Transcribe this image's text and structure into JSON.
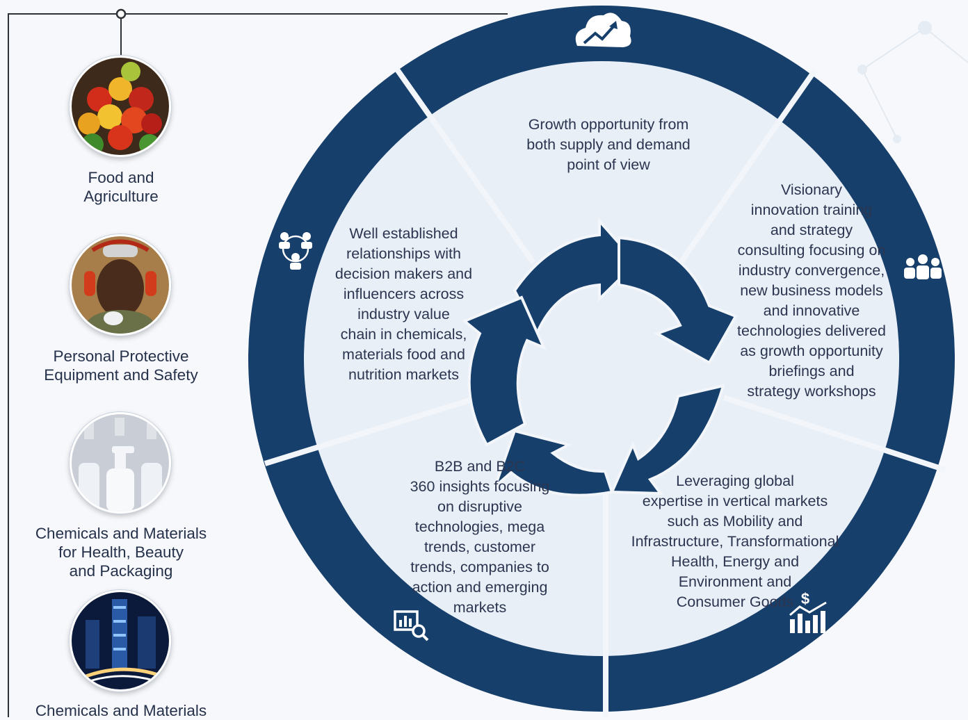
{
  "colors": {
    "navy": "#173f6b",
    "ring_light": "#e9eff6",
    "background": "#f6f8fb"
  },
  "industries": [
    {
      "label": "Food and\nAgriculture",
      "photo": "fruit-photo"
    },
    {
      "label": "Personal Protective\nEquipment and Safety",
      "photo": "worker-photo"
    },
    {
      "label": "Chemicals and Materials\nfor Health, Beauty\nand Packaging",
      "photo": "bottles-photo"
    },
    {
      "label": "Chemicals and Materials",
      "photo": "city-photo"
    }
  ],
  "segments": [
    {
      "icon": "cloud-growth-icon",
      "text": "Growth opportunity from\nboth supply and demand\npoint of view"
    },
    {
      "icon": "team-icon",
      "text": "Visionary\ninnovation training\nand strategy\nconsulting focusing on\nindustry convergence,\nnew business models\nand innovative\ntechnologies delivered\nas growth opportunity\nbriefings and\nstrategy workshops"
    },
    {
      "icon": "dollar-chart-icon",
      "text": "Leveraging global\nexpertise in vertical markets\nsuch as Mobility and\nInfrastructure, Transformational\nHealth, Energy and\nEnvironment and\nConsumer Goods"
    },
    {
      "icon": "analytics-search-icon",
      "text": "B2B and B2C\n360 insights focusing\non disruptive\ntechnologies, mega\ntrends, customer\ntrends, companies to\naction and emerging\nmarkets"
    },
    {
      "icon": "network-people-icon",
      "text": "Well established\nrelationships with\ndecision makers and\ninfluencers across\nindustry value\nchain in chemicals,\nmaterials food and\nnutrition markets"
    }
  ]
}
